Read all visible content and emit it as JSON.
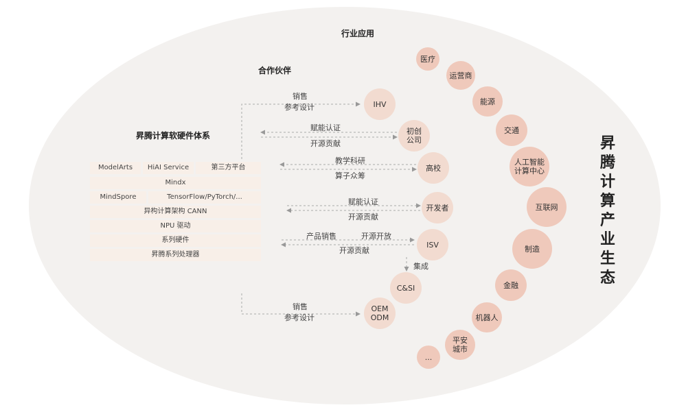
{
  "headers": {
    "industry_apps": "行业应用",
    "partners": "合作伙伴",
    "system": "昇腾计算软硬件体系"
  },
  "side_title": [
    "昇",
    "腾",
    "计",
    "算",
    "产",
    "业",
    "生",
    "态"
  ],
  "stack": {
    "row1": [
      "ModelArts",
      "HiAI Service",
      "第三方平台"
    ],
    "row2": "Mindx",
    "row3": [
      "MindSpore",
      "TensorFlow/PyTorch/..."
    ],
    "row4": "异构计算架构 CANN",
    "row5": "NPU 驱动",
    "row6": "系列硬件",
    "row7": "昇腾系列处理器"
  },
  "partners": {
    "ihv": "IHV",
    "chuchuang": "初创\n公司",
    "gaoxiao": "高校",
    "kaifazhe": "开发者",
    "isv": "ISV",
    "csi": "C&SI",
    "oem": "OEM\nODM"
  },
  "arrows": {
    "ihv_a": "销售",
    "ihv_b": "参考设计",
    "cc_a": "赋能认证",
    "cc_b": "开源贡献",
    "gx_a": "教学科研",
    "gx_b": "算子众筹",
    "kf_a": "赋能认证",
    "kf_b": "开源贡献",
    "isv_a": "产品销售",
    "isv_b": "开源开放",
    "isv_c": "开源贡献",
    "jc": "集成",
    "oem_a": "销售",
    "oem_b": "参考设计"
  },
  "industries": {
    "yiliao": "医疗",
    "yunying": "运营商",
    "nengyuan": "能源",
    "jiaotong": "交通",
    "rengong": "人工智能\n计算中心",
    "hulian": "互联网",
    "zhizao": "制造",
    "jinrong": "金融",
    "jiqiren": "机器人",
    "pingan": "平安\n城市",
    "more": "..."
  }
}
